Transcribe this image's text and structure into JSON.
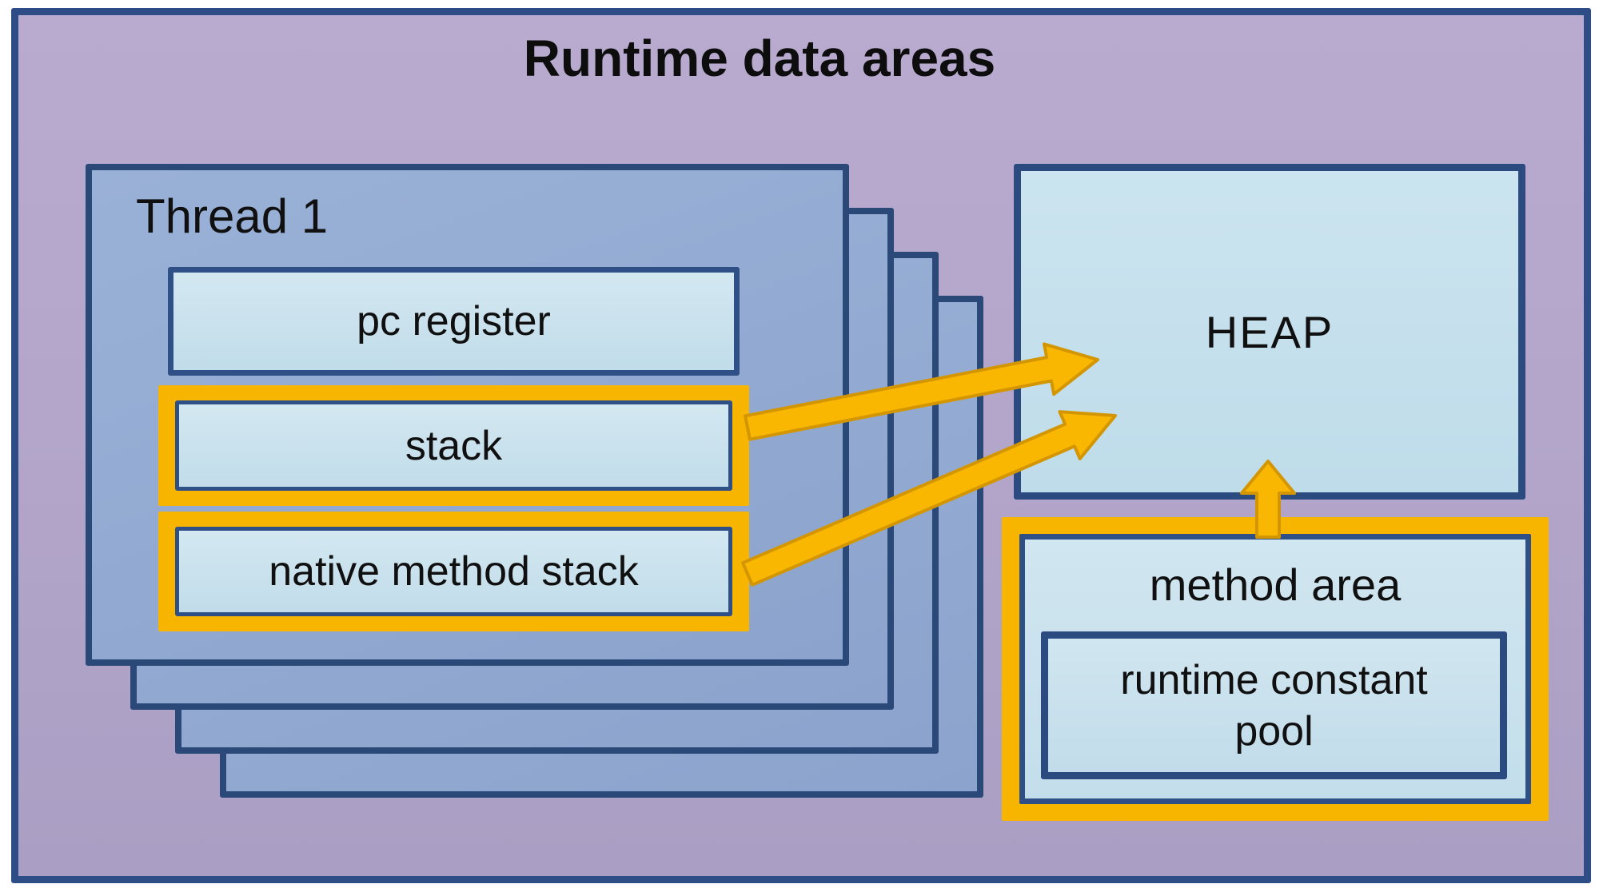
{
  "diagram": {
    "title": "Runtime data areas"
  },
  "thread": {
    "label": "Thread 1",
    "pc_register": "pc register",
    "stack": "stack",
    "native_method_stack": "native method stack",
    "stacked_layers": 4
  },
  "heap": {
    "label": "HEAP"
  },
  "method_area": {
    "label": "method area",
    "runtime_constant_pool": "runtime constant pool"
  },
  "arrows": [
    {
      "from": "stack",
      "to": "HEAP"
    },
    {
      "from": "native method stack",
      "to": "HEAP"
    },
    {
      "from": "method area",
      "to": "HEAP"
    }
  ],
  "colors": {
    "background_purple": "#b3a5c9",
    "border_blue": "#2e4c85",
    "thread_fill": "#8fa6cf",
    "light_blue_fill": "#c6e0ec",
    "accent_orange": "#f7b500",
    "arrow_outline": "#d49600",
    "text": "#141414"
  }
}
